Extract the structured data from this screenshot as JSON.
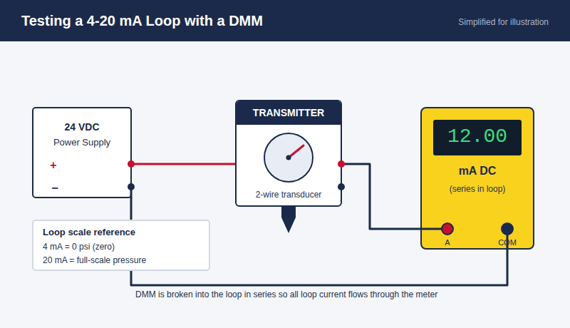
{
  "diagram": {
    "title": "Testing a 4-20 mA Loop with a DMM",
    "caption": "DMM is broken into the loop in series so all loop current flows through the meter",
    "nodes": [
      {
        "text": [
          "24 VDC",
          "Power Supply"
        ]
      },
      {
        "text": [
          "TRANSMITTER",
          "2-wire transducer"
        ]
      },
      {
        "text": [
          "mA DC",
          "(series in loop)"
        ]
      },
      {
        "text": [
          "12.00"
        ],
        "in": 2
      },
      {
        "text": [
          "Loop scale reference",
          "4 mA = 0 psi (zero)",
          "20 mA = full-scale pressure"
        ]
      }
    ],
    "edges": [
      {
        "from": 0,
        "to": 1,
        "arrow": "none"
      },
      {
        "from": 1,
        "to": 2,
        "arrow": "none"
      },
      {
        "from": 2,
        "to": 0,
        "arrow": "none"
      }
    ],
    "labels": [
      "Simplified for illustration",
      "+",
      "−",
      "A",
      "COM"
    ]
  }
}
